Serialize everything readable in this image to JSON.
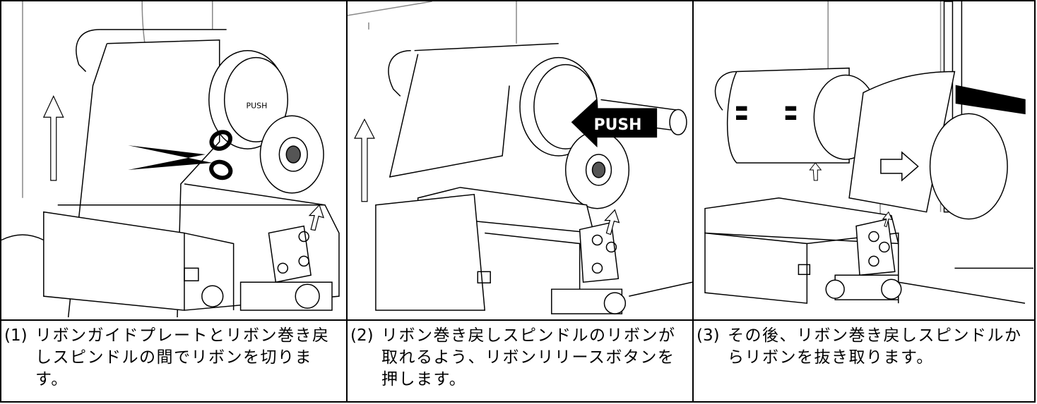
{
  "steps": [
    {
      "number": "(1)",
      "text": "リボンガイドプレートとリボン巻き戻しスピンドルの間でリボンを切ります。"
    },
    {
      "number": "(2)",
      "text": "リボン巻き戻しスピンドルのリボンが取れるよう、リボンリリースボタンを押します。",
      "push_label": "PUSH"
    },
    {
      "number": "(3)",
      "text": "その後、リボン巻き戻しスピンドルからリボンを抜き取ります。"
    }
  ],
  "illustration_labels": {
    "push_small": "PUSH"
  }
}
